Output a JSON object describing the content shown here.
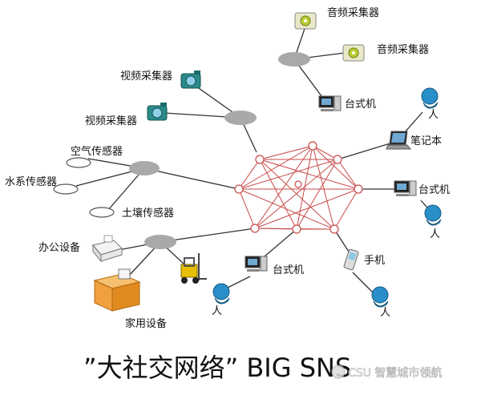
{
  "title": "”大社交网络” BIG SNS",
  "watermark": "CSU 智慧城市领航",
  "labels": {
    "audio1": "音频采集器",
    "audio2": "音频采集器",
    "video1": "视频采集器",
    "video2": "视频采集器",
    "desktop_top": "台式机",
    "person_top": "人",
    "laptop": "笔记本",
    "desktop_right": "台式机",
    "person_right": "人",
    "air_sensor": "空气传感器",
    "water_sensor": "水系传感器",
    "soil_sensor": "土壤传感器",
    "office": "办公设备",
    "phone": "手机",
    "person_phone": "人",
    "desktop_bottom": "台式机",
    "person_bottom": "人",
    "home": "家用设备"
  },
  "colors": {
    "mesh": "#c94a4a",
    "hub": "#a9a9a9",
    "line": "#333333",
    "person": "#2a8fc8",
    "box": "#f0a040"
  }
}
